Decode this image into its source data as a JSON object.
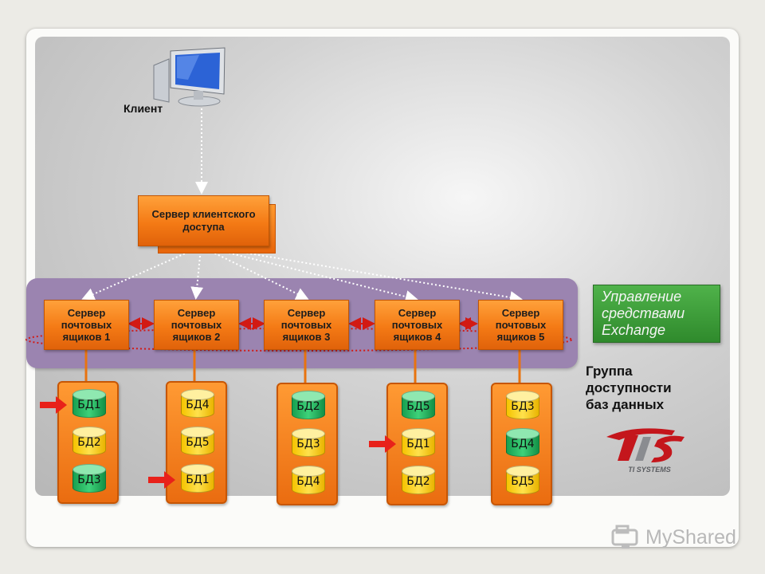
{
  "client": {
    "label": "Клиент"
  },
  "cas": {
    "label": "Сервер клиентского доступа"
  },
  "mailbox_servers": [
    {
      "label": "Сервер\nпочтовых\nящиков 1"
    },
    {
      "label": "Сервер\nпочтовых\nящиков 2"
    },
    {
      "label": "Сервер\nпочтовых\nящиков 3"
    },
    {
      "label": "Сервер\nпочтовых\nящиков 4"
    },
    {
      "label": "Сервер\nпочтовых\nящиков 5"
    }
  ],
  "db_stacks": [
    {
      "dbs": [
        {
          "label": "БД1",
          "status": "active"
        },
        {
          "label": "БД2",
          "status": "passive"
        },
        {
          "label": "БД3",
          "status": "active"
        }
      ],
      "arrow_at": 0
    },
    {
      "dbs": [
        {
          "label": "БД4",
          "status": "passive"
        },
        {
          "label": "БД5",
          "status": "passive"
        },
        {
          "label": "БД1",
          "status": "passive"
        }
      ],
      "arrow_at": 2
    },
    {
      "dbs": [
        {
          "label": "БД2",
          "status": "active"
        },
        {
          "label": "БД3",
          "status": "passive"
        },
        {
          "label": "БД4",
          "status": "passive"
        }
      ],
      "arrow_at": null
    },
    {
      "dbs": [
        {
          "label": "БД5",
          "status": "active"
        },
        {
          "label": "БД1",
          "status": "passive"
        },
        {
          "label": "БД2",
          "status": "passive"
        }
      ],
      "arrow_at": 1
    },
    {
      "dbs": [
        {
          "label": "БД3",
          "status": "passive"
        },
        {
          "label": "БД4",
          "status": "active"
        },
        {
          "label": "БД5",
          "status": "passive"
        }
      ],
      "arrow_at": null
    }
  ],
  "management_box": {
    "label": "Управление средствами Exchange"
  },
  "dag_label": "Группа\nдоступности\nбаз данных",
  "logo": {
    "text": "TI SYSTEMS"
  },
  "watermark": {
    "text": "MyShared"
  },
  "colors": {
    "active_db": "#2ec26a",
    "passive_db": "#f9d21a",
    "server": "#f47a15",
    "band": "#9b84b0",
    "arrow": "#e8211a"
  }
}
